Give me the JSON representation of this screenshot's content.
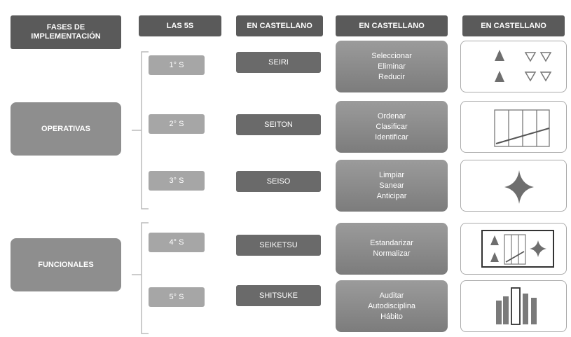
{
  "headers": {
    "phases": "FASES DE IMPLEMENTACIÓN",
    "las5s": "LAS 5S",
    "castellano1": "EN CASTELLANO",
    "castellano2": "EN CASTELLANO",
    "castellano3": "EN CASTELLANO"
  },
  "phases": [
    {
      "label": "OPERATIVAS"
    },
    {
      "label": "FUNCIONALES"
    }
  ],
  "rows": [
    {
      "s": "1° S",
      "jp": "SEIRI",
      "actions": [
        "Seleccionar",
        "Eliminar",
        "Reducir"
      ],
      "icon": "triangles-icon"
    },
    {
      "s": "2° S",
      "jp": "SEITON",
      "actions": [
        "Ordenar",
        "Clasificar",
        "Identificar"
      ],
      "icon": "shelf-grid-icon"
    },
    {
      "s": "3° S",
      "jp": "SEISO",
      "actions": [
        "Limpiar",
        "Sanear",
        "Anticipar"
      ],
      "icon": "sparkle-icon"
    },
    {
      "s": "4° S",
      "jp": "SEIKETSU",
      "actions": [
        "Estandarizar",
        "Normalizar"
      ],
      "icon": "standard-board-icon"
    },
    {
      "s": "5° S",
      "jp": "SHITSUKE",
      "actions": [
        "Auditar",
        "Autodisciplina",
        "Hábito"
      ],
      "icon": "bar-chart-icon"
    }
  ],
  "colors": {
    "header": "#5a5a5a",
    "phase": "#8e8e8e",
    "s_box": "#a6a6a6",
    "jp_box": "#6a6a6a",
    "action": "#8a8a8a",
    "icon": "#6e6e6e"
  }
}
